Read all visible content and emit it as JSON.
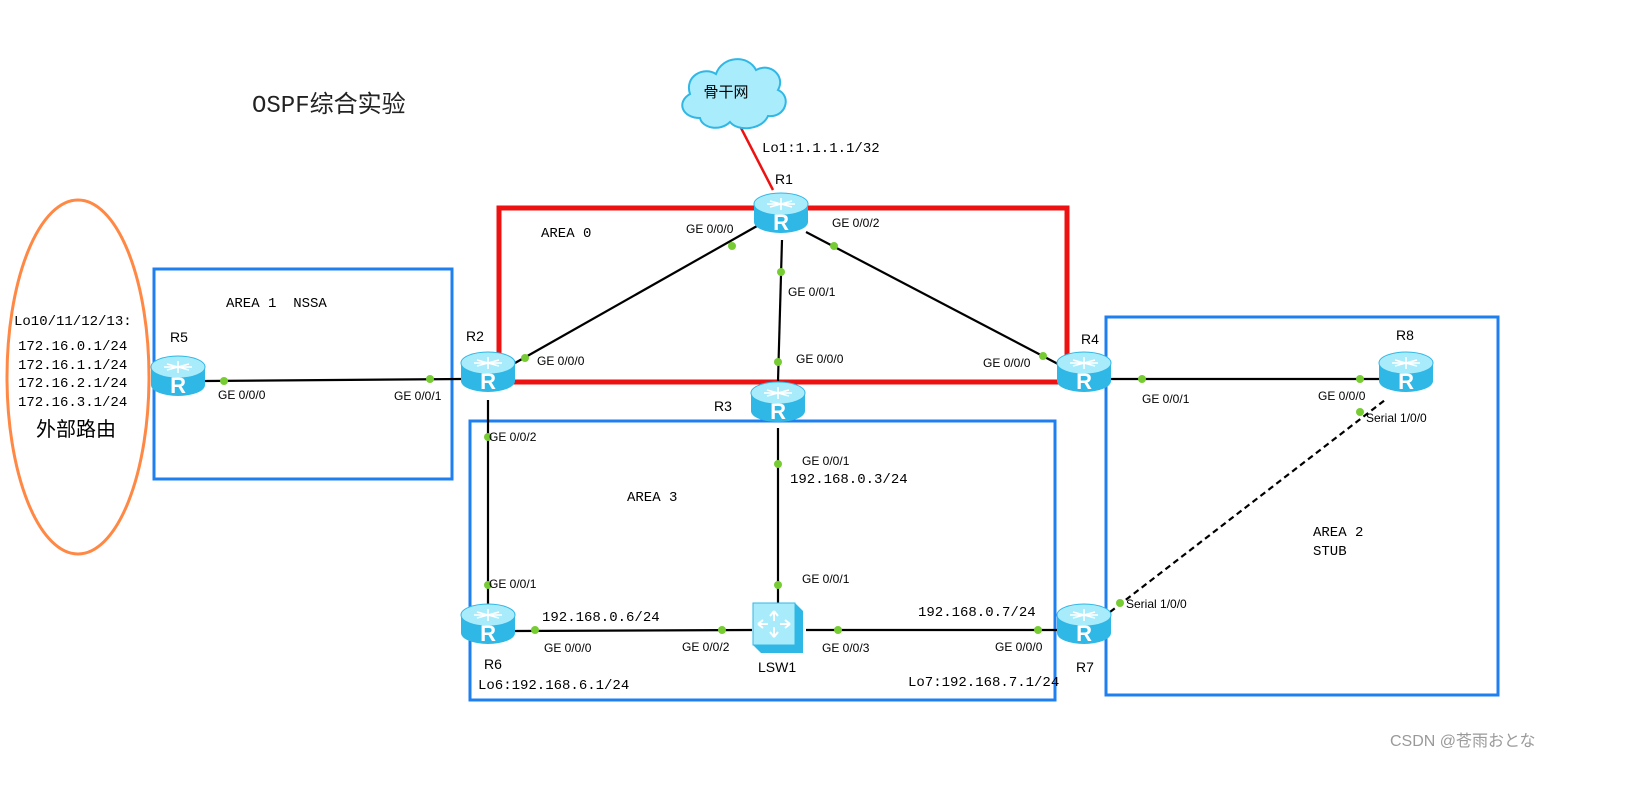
{
  "title": "OSPF综合实验",
  "watermark": "CSDN @苍雨おとな",
  "colors": {
    "area0": "#ee1111",
    "area_border": "#1e7ff0",
    "external": "#ff8844",
    "link": "#000000",
    "port": "#77cc33",
    "router_top": "#a8ecfb",
    "router_side": "#2fb7e6"
  },
  "cloud": {
    "label": "骨干网",
    "loopback": "Lo1:1.1.1.1/32"
  },
  "areas": {
    "area0": {
      "label": "AREA 0"
    },
    "area1": {
      "label": "AREA 1  NSSA"
    },
    "area2": {
      "label": "AREA 2",
      "type": "STUB"
    },
    "area3": {
      "label": "AREA 3"
    }
  },
  "external": {
    "loopbacks_label": "Lo10/11/12/13:",
    "networks": [
      "172.16.0.1/24",
      "172.16.1.1/24",
      "172.16.2.1/24",
      "172.16.3.1/24"
    ],
    "caption": "外部路由"
  },
  "devices": {
    "R1": {
      "name": "R1",
      "icon": "router"
    },
    "R2": {
      "name": "R2",
      "icon": "router"
    },
    "R3": {
      "name": "R3",
      "icon": "router"
    },
    "R4": {
      "name": "R4",
      "icon": "router"
    },
    "R5": {
      "name": "R5",
      "icon": "router"
    },
    "R6": {
      "name": "R6",
      "icon": "router",
      "loopback": "Lo6:192.168.6.1/24"
    },
    "R7": {
      "name": "R7",
      "icon": "router",
      "loopback": "Lo7:192.168.7.1/24"
    },
    "R8": {
      "name": "R8",
      "icon": "router"
    },
    "LSW1": {
      "name": "LSW1",
      "icon": "switch"
    }
  },
  "ports": {
    "r1_g000": "GE 0/0/0",
    "r1_g001": "GE 0/0/1",
    "r1_g002": "GE 0/0/2",
    "r2_g000": "GE 0/0/0",
    "r2_g001": "GE 0/0/1",
    "r2_g002": "GE 0/0/2",
    "r3_g000": "GE 0/0/0",
    "r3_g001": "GE 0/0/1",
    "r4_g000": "GE 0/0/0",
    "r4_g001": "GE 0/0/1",
    "r5_g000": "GE 0/0/0",
    "r6_g000": "GE 0/0/0",
    "r6_g001": "GE 0/0/1",
    "sw_g001": "GE 0/0/1",
    "sw_g002": "GE 0/0/2",
    "sw_g003": "GE 0/0/3",
    "r7_g000": "GE 0/0/0",
    "r7_s100": "Serial 1/0/0",
    "r8_g000": "GE 0/0/0",
    "r8_s100": "Serial 1/0/0"
  },
  "ips": {
    "r3_ip": "192.168.0.3/24",
    "r6_ip": "192.168.0.6/24",
    "r7_ip": "192.168.0.7/24"
  }
}
